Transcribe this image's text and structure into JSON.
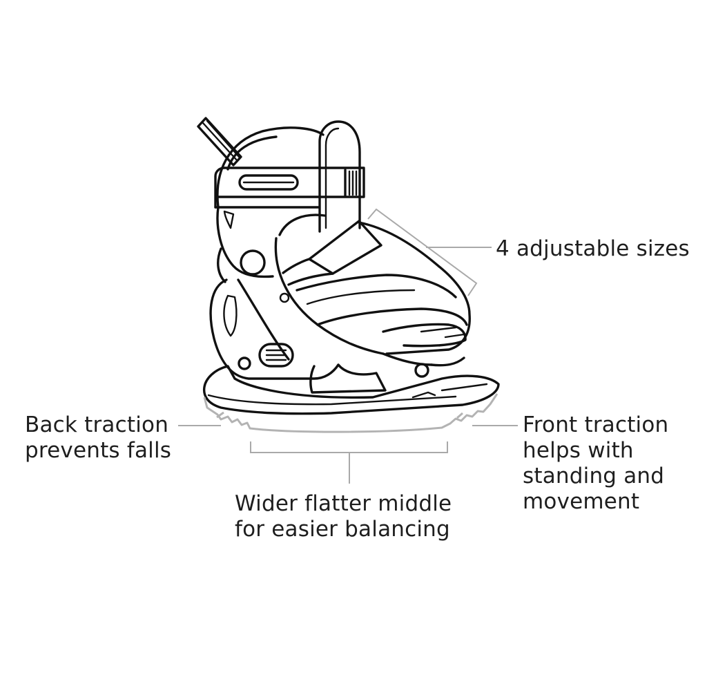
{
  "callouts": {
    "sizes": {
      "lines": [
        "4 adjustable sizes"
      ]
    },
    "back_traction": {
      "lines": [
        "Back traction",
        "prevents falls"
      ]
    },
    "front_traction": {
      "lines": [
        "Front traction",
        "helps with",
        "standing and",
        "movement"
      ]
    },
    "middle": {
      "lines": [
        "Wider flatter middle",
        "for easier balancing"
      ]
    }
  },
  "colors": {
    "line_art": "#111111",
    "leader_lines": "#a9a9a9",
    "sole_outline": "#b3b3b3",
    "text": "#1e1e1e",
    "background": "#ffffff"
  }
}
